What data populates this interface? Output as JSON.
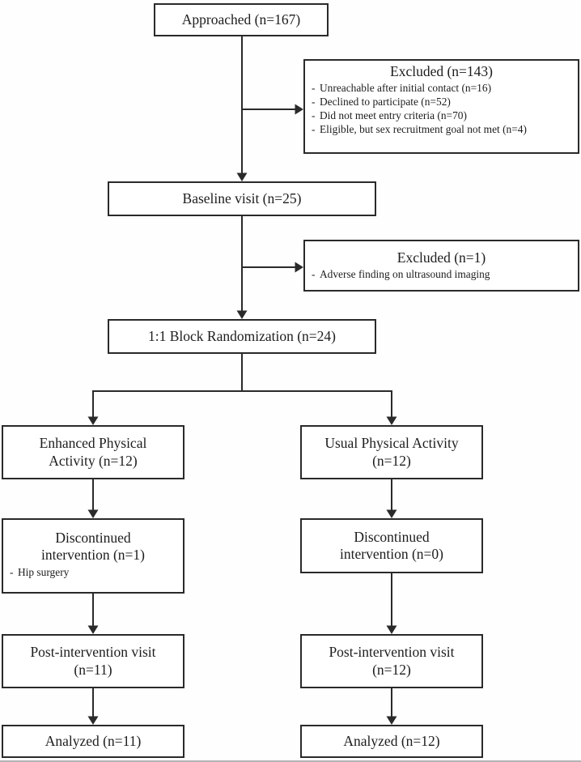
{
  "bullet": "-",
  "nodes": {
    "approached": {
      "label": "Approached (n=167)"
    },
    "excluded_screening": {
      "title": "Excluded (n=143)",
      "items": [
        "Unreachable after initial contact (n=16)",
        "Declined to participate (n=52)",
        "Did not meet entry criteria (n=70)",
        "Eligible, but sex recruitment goal not met (n=4)"
      ]
    },
    "baseline": {
      "label": "Baseline visit (n=25)"
    },
    "excluded_baseline": {
      "title": "Excluded (n=1)",
      "items": [
        "Adverse finding on ultrasound imaging"
      ]
    },
    "randomization": {
      "label": "1:1 Block Randomization (n=24)"
    },
    "enhanced_arm": {
      "label": "Enhanced Physical Activity (n=12)"
    },
    "usual_arm": {
      "label": "Usual Physical Activity (n=12)"
    },
    "discontinued_enhanced": {
      "title": "Discontinued intervention (n=1)",
      "items": [
        "Hip surgery"
      ]
    },
    "discontinued_usual": {
      "title": "Discontinued intervention (n=0)"
    },
    "post_enhanced": {
      "label": "Post-intervention visit (n=11)"
    },
    "post_usual": {
      "label": "Post-intervention visit (n=12)"
    },
    "analyzed_enhanced": {
      "label": "Analyzed (n=11)"
    },
    "analyzed_usual": {
      "label": "Analyzed (n=12)"
    }
  }
}
